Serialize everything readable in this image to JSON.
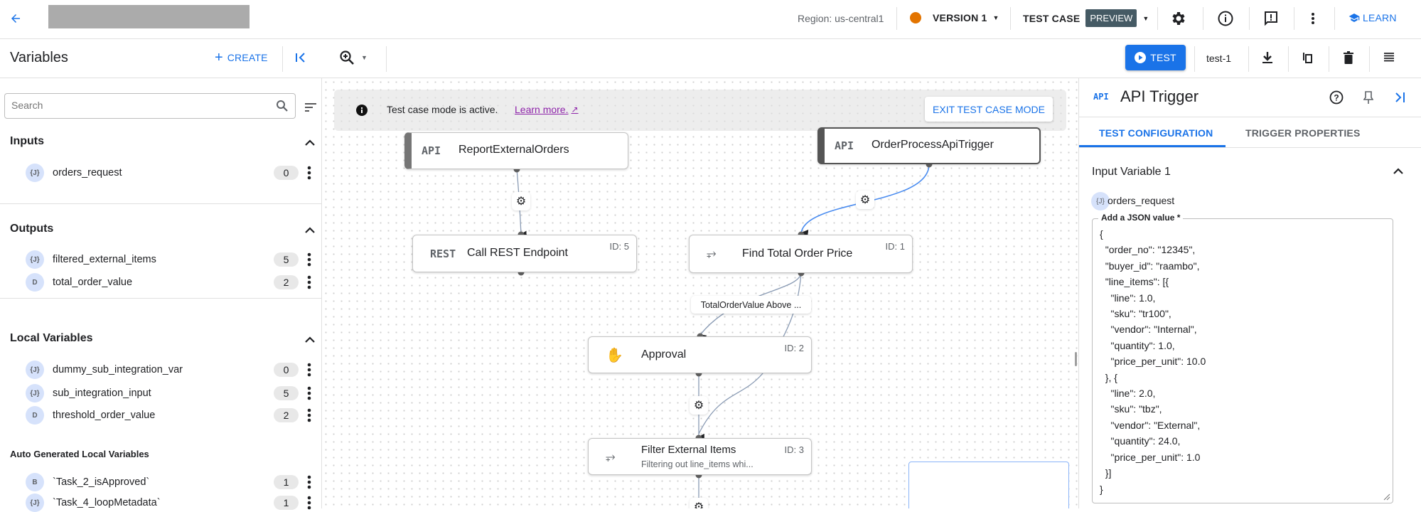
{
  "header": {
    "back_icon": "arrow-back-icon",
    "region": "Region: us-central1",
    "version_label": "VERSION 1",
    "version_status_color": "#e37400",
    "test_case_label": "TEST CASE",
    "preview_badge": "PREVIEW",
    "learn_label": "LEARN",
    "accent": "#1a73e8"
  },
  "toolbar": {
    "test_button": "TEST",
    "test_case_name": "test-1"
  },
  "variables_panel": {
    "title": "Variables",
    "create_label": "CREATE",
    "search_placeholder": "Search",
    "sections": [
      {
        "title": "Inputs",
        "items": [
          {
            "type": "{J}",
            "name": "orders_request",
            "count": "0"
          }
        ]
      },
      {
        "title": "Outputs",
        "items": [
          {
            "type": "{J}",
            "name": "filtered_external_items",
            "count": "5"
          },
          {
            "type": "D",
            "name": "total_order_value",
            "count": "2"
          }
        ]
      },
      {
        "title": "Local Variables",
        "items": [
          {
            "type": "{J}",
            "name": "dummy_sub_integration_var",
            "count": "0"
          },
          {
            "type": "{J}",
            "name": "sub_integration_input",
            "count": "5"
          },
          {
            "type": "D",
            "name": "threshold_order_value",
            "count": "2"
          }
        ]
      },
      {
        "title": "Auto Generated Local Variables",
        "items": [
          {
            "type": "B",
            "name": "`Task_2_isApproved`",
            "count": "1"
          },
          {
            "type": "{J}",
            "name": "`Task_4_loopMetadata`",
            "count": "1"
          }
        ]
      }
    ]
  },
  "canvas": {
    "banner_text": "Test case mode is active.",
    "banner_link": "Learn more.",
    "exit_button": "EXIT TEST CASE MODE",
    "nodes": [
      {
        "icon": "API",
        "title": "ReportExternalOrders"
      },
      {
        "icon": "API",
        "title": "OrderProcessApiTrigger"
      },
      {
        "icon": "REST",
        "title": "Call REST Endpoint",
        "id": "ID: 5"
      },
      {
        "icon": "mapping",
        "title": "Find Total Order Price",
        "id": "ID: 1"
      },
      {
        "icon": "hand",
        "title": "Approval",
        "id": "ID: 2"
      },
      {
        "icon": "mapping",
        "title": "Filter External Items",
        "subtitle": "Filtering out line_items whi...",
        "id": "ID: 3"
      }
    ],
    "edge_label": "TotalOrderValue Above ..."
  },
  "right_panel": {
    "icon_text": "API",
    "title": "API Trigger",
    "tabs": [
      "TEST CONFIGURATION",
      "TRIGGER PROPERTIES"
    ],
    "active_tab": "TEST CONFIGURATION",
    "section_title": "Input Variable 1",
    "variable_type": "{J}",
    "variable_name": "orders_request",
    "field_label": "Add a JSON value *",
    "json_lines": [
      "{",
      "  \"order_no\": \"12345\",",
      "  \"buyer_id\": \"raambo\",",
      "  \"line_items\": [{",
      "    \"line\": 1.0,",
      "    \"sku\": \"tr100\",",
      "    \"vendor\": \"Internal\",",
      "    \"quantity\": 1.0,",
      "    \"price_per_unit\": 10.0",
      "  }, {",
      "    \"line\": 2.0,",
      "    \"sku\": \"tbz\",",
      "    \"vendor\": \"External\",",
      "    \"quantity\": 24.0,",
      "    \"price_per_unit\": 1.0",
      "  }]",
      "}"
    ]
  }
}
